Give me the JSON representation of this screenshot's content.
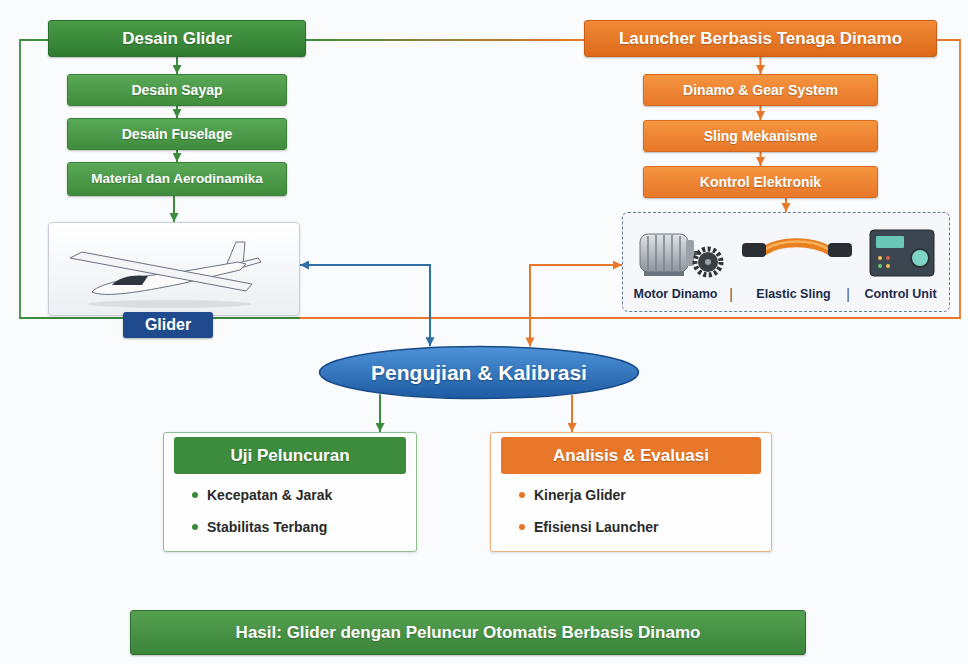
{
  "diagram": {
    "nodes": [
      {
        "text": [
          "Desain Glider"
        ]
      },
      {
        "text": [
          "Desain Sayap"
        ]
      },
      {
        "text": [
          "Desain Fuselage"
        ]
      },
      {
        "text": [
          "Material dan Aerodinamika"
        ]
      },
      {
        "text": [
          "Glider"
        ]
      },
      {
        "text": [
          "Launcher Berbasis Tenaga Dinamo"
        ]
      },
      {
        "text": [
          "Dinamo & Gear System"
        ]
      },
      {
        "text": [
          "Sling Mekanisme"
        ]
      },
      {
        "text": [
          "Kontrol Elektronik"
        ]
      },
      {
        "text": [
          "Motor Dinamo",
          "Elastic Sling",
          "Control Unit"
        ]
      },
      {
        "text": [
          "Pengujian & Kalibrasi"
        ]
      },
      {
        "text": [
          "Uji Peluncuran",
          "Kecepatan & Jarak",
          "Stabilitas Terbang"
        ]
      },
      {
        "text": [
          "Analisis & Evaluasi",
          "Kinerja Glider",
          "Efisiensi Launcher"
        ]
      },
      {
        "text": [
          "Hasil: Glider dengan Peluncur Otomatis Berbasis Dinamo"
        ]
      }
    ],
    "edges": [
      {
        "from": 0,
        "to": 1,
        "arrow": "to"
      },
      {
        "from": 1,
        "to": 2,
        "arrow": "to"
      },
      {
        "from": 2,
        "to": 3,
        "arrow": "to"
      },
      {
        "from": 3,
        "to": 4,
        "arrow": "to"
      },
      {
        "from": 5,
        "to": 6,
        "arrow": "to"
      },
      {
        "from": 6,
        "to": 7,
        "arrow": "to"
      },
      {
        "from": 7,
        "to": 8,
        "arrow": "to"
      },
      {
        "from": 8,
        "to": 9,
        "arrow": "to"
      },
      {
        "from": 4,
        "to": 10,
        "arrow": "both"
      },
      {
        "from": 9,
        "to": 10,
        "arrow": "both"
      },
      {
        "from": 10,
        "to": 11,
        "arrow": "to"
      },
      {
        "from": 10,
        "to": 12,
        "arrow": "to"
      }
    ],
    "labels": [
      "|",
      "|"
    ]
  }
}
